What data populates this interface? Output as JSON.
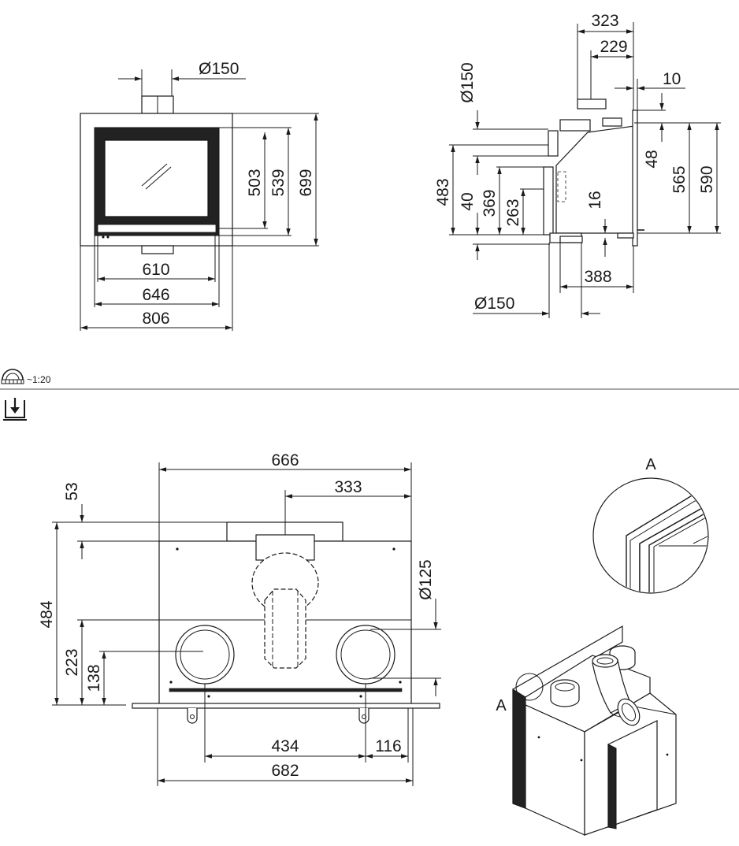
{
  "front_view": {
    "flue_diameter": "Ø150",
    "height_inner": "503",
    "height_mid": "539",
    "height_total": "699",
    "width_inner": "610",
    "width_mid": "646",
    "width_total": "806"
  },
  "side_view": {
    "flue_top_diameter": "Ø150",
    "depth_top": "323",
    "depth_mid": "229",
    "frame_thickness": "10",
    "offset_48": "48",
    "height_565": "565",
    "height_590": "590",
    "height_483": "483",
    "height_40": "40",
    "height_369": "369",
    "height_263": "263",
    "height_16": "16",
    "depth_bottom": "388",
    "flue_bottom_diameter": "Ø150"
  },
  "scale": {
    "icon": "protractor-icon",
    "text": "~1:20"
  },
  "download": {
    "icon": "download-icon"
  },
  "top_view": {
    "width_666": "666",
    "width_333": "333",
    "depth_53": "53",
    "depth_484": "484",
    "depth_223": "223",
    "depth_138": "138",
    "duct_diameter": "Ø125",
    "spacing_434": "434",
    "offset_116": "116",
    "width_682": "682"
  },
  "detail": {
    "label_circle": "A",
    "label_iso": "A"
  },
  "colors": {
    "line": "#1a1a1a",
    "background": "#ffffff"
  }
}
